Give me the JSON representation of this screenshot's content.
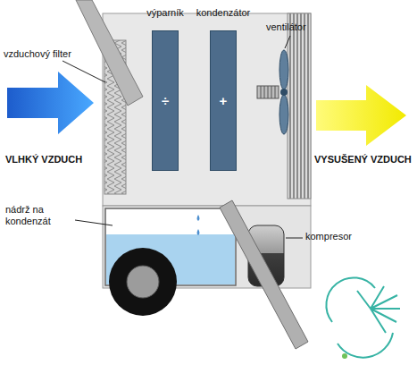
{
  "diagram": {
    "nodes": [
      {
        "text": [
          "výparník",
          "÷"
        ]
      },
      {
        "text": [
          "kondenzátor",
          "+"
        ]
      }
    ],
    "labels": [
      "vzduchový filter",
      "ventilátor",
      "VLHKÝ VZDUCH",
      "VYSUŠENÝ VZDUCH",
      "nádrž na kondenzát",
      "kompresor"
    ]
  }
}
